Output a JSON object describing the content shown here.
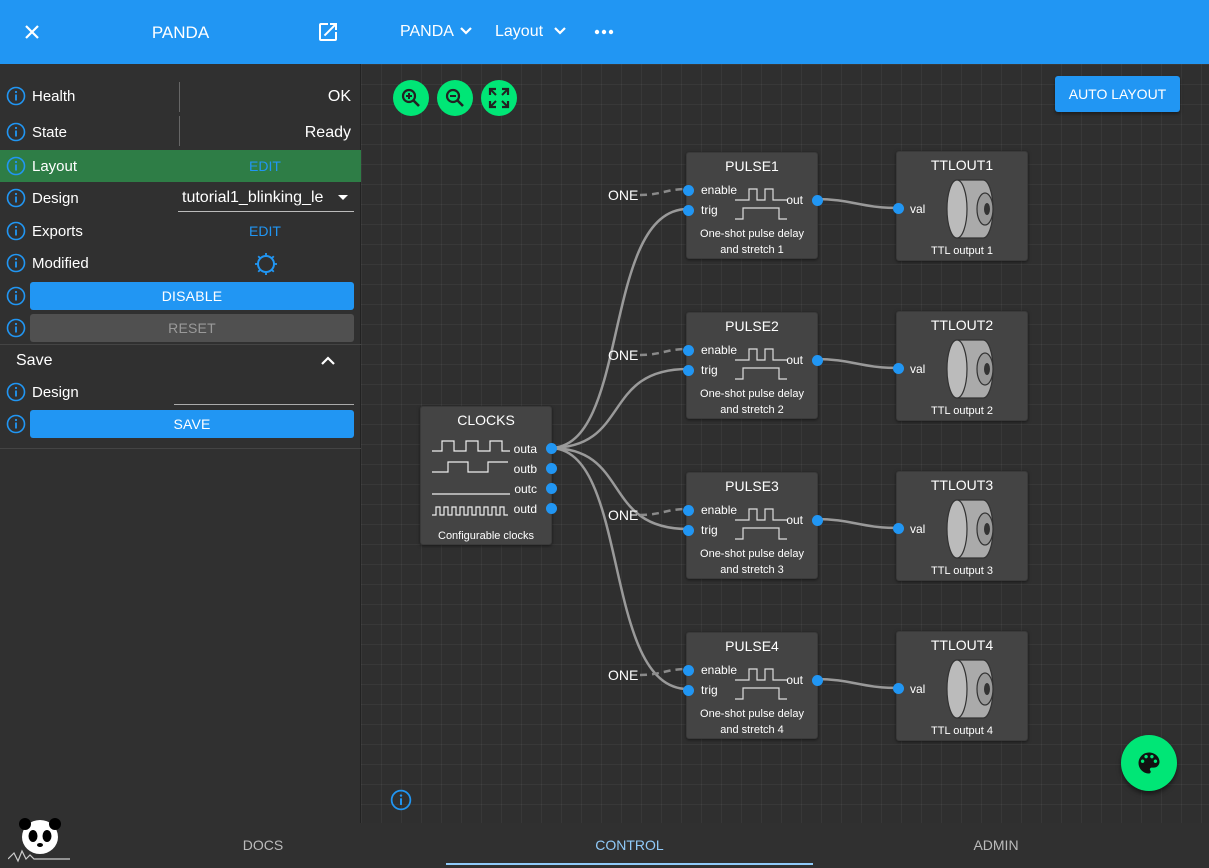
{
  "left_panel": {
    "title": "PANDA",
    "rows": {
      "health": {
        "label": "Health",
        "value": "OK"
      },
      "state": {
        "label": "State",
        "value": "Ready"
      },
      "layout": {
        "label": "Layout",
        "action": "EDIT"
      },
      "design": {
        "label": "Design",
        "value": "tutorial1_blinking_le"
      },
      "exports": {
        "label": "Exports",
        "action": "EDIT"
      },
      "modified": {
        "label": "Modified"
      }
    },
    "disable_label": "DISABLE",
    "reset_label": "RESET",
    "save_section": {
      "title": "Save",
      "design_label": "Design",
      "design_value": "",
      "save_label": "SAVE"
    }
  },
  "top_bar": {
    "menu1": "PANDA",
    "menu2": "Layout"
  },
  "canvas": {
    "auto_layout_label": "AUTO LAYOUT",
    "clocks": {
      "title": "CLOCKS",
      "ports": [
        "outa",
        "outb",
        "outc",
        "outd"
      ],
      "description": "Configurable clocks"
    },
    "pulses": [
      {
        "title": "PULSE1",
        "in_enable": "enable",
        "in_trig": "trig",
        "out": "out",
        "desc1": "One-shot pulse delay",
        "desc2": "and stretch 1",
        "const": "ONE"
      },
      {
        "title": "PULSE2",
        "in_enable": "enable",
        "in_trig": "trig",
        "out": "out",
        "desc1": "One-shot pulse delay",
        "desc2": "and stretch 2",
        "const": "ONE"
      },
      {
        "title": "PULSE3",
        "in_enable": "enable",
        "in_trig": "trig",
        "out": "out",
        "desc1": "One-shot pulse delay",
        "desc2": "and stretch 3",
        "const": "ONE"
      },
      {
        "title": "PULSE4",
        "in_enable": "enable",
        "in_trig": "trig",
        "out": "out",
        "desc1": "One-shot pulse delay",
        "desc2": "and stretch 4",
        "const": "ONE"
      }
    ],
    "ttlouts": [
      {
        "title": "TTLOUT1",
        "in": "val",
        "description": "TTL output 1"
      },
      {
        "title": "TTLOUT2",
        "in": "val",
        "description": "TTL output 2"
      },
      {
        "title": "TTLOUT3",
        "in": "val",
        "description": "TTL output 3"
      },
      {
        "title": "TTLOUT4",
        "in": "val",
        "description": "TTL output 4"
      }
    ]
  },
  "bottom_nav": {
    "docs": "DOCS",
    "control": "CONTROL",
    "admin": "ADMIN",
    "active": "CONTROL"
  },
  "colors": {
    "primary": "#2196f3",
    "accent": "#00e676",
    "layout_row": "#2e7d46",
    "background": "#303030"
  }
}
